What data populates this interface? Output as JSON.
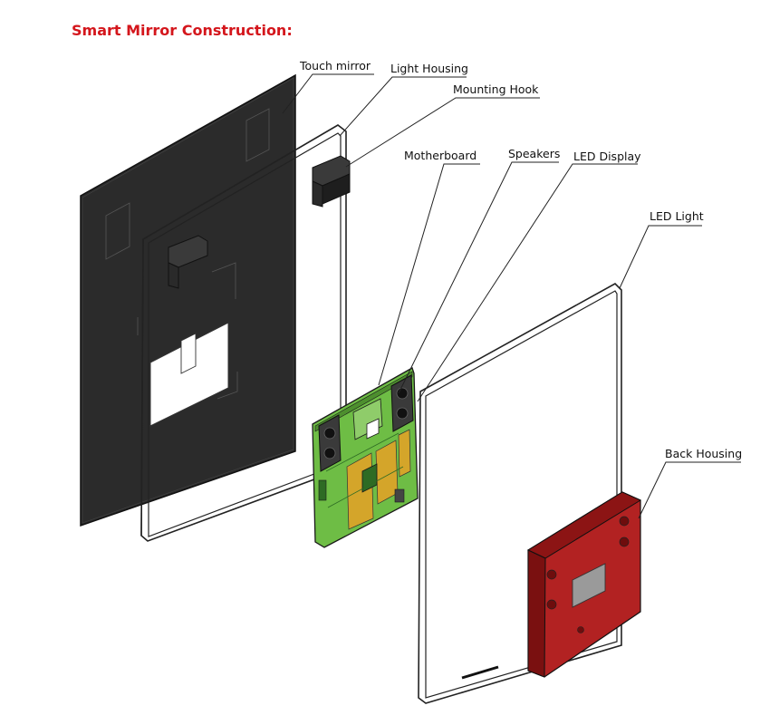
{
  "title": "Smart Mirror Construction:",
  "labels": {
    "touch_mirror": "Touch mirror",
    "light_housing": "Light Housing",
    "mounting_hook": "Mounting Hook",
    "motherboard": "Motherboard",
    "speakers": "Speakers",
    "led_display": "LED Display",
    "led_light": "LED Light",
    "back_housing": "Back Housing"
  },
  "colors": {
    "title": "#d4161c",
    "mirror_panel": "#2b2b2b",
    "pcb_green": "#6ebd45",
    "pcb_gold": "#d4a52a",
    "back_housing": "#b22222",
    "frame_stroke": "#222222"
  }
}
